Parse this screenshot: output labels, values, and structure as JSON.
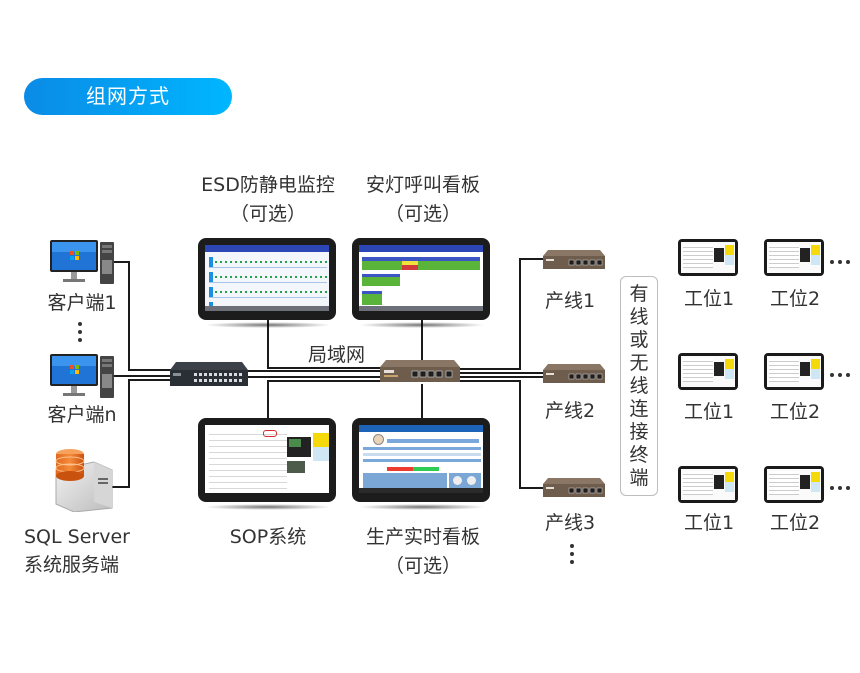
{
  "header": {
    "title": "组网方式"
  },
  "colors": {
    "accent_start": "#0a8be6",
    "accent_end": "#00b6ff",
    "line": "#1a1a1a",
    "text": "#333333"
  },
  "clients": {
    "client1": "客户端1",
    "clientn": "客户端n",
    "server_line1": "SQL  Server",
    "server_line2": "系统服务端"
  },
  "systems": {
    "esd": {
      "name": "ESD防静电监控",
      "note": "（可选）"
    },
    "andon": {
      "name": "安灯呼叫看板",
      "note": "（可选）"
    },
    "sop": {
      "name": "SOP系统"
    },
    "production": {
      "name": "生产实时看板",
      "note": "（可选）"
    }
  },
  "network": {
    "lan_label": "局域网"
  },
  "lines": [
    {
      "label": "产线1"
    },
    {
      "label": "产线2"
    },
    {
      "label": "产线3"
    }
  ],
  "connection_note": [
    "有",
    "线",
    "或",
    "无",
    "线",
    "连",
    "接",
    "终",
    "端"
  ],
  "workstations": [
    {
      "row": 1,
      "items": [
        "工位1",
        "工位2"
      ]
    },
    {
      "row": 2,
      "items": [
        "工位1",
        "工位2"
      ]
    },
    {
      "row": 3,
      "items": [
        "工位1",
        "工位2"
      ]
    }
  ],
  "icons": {
    "client_pc": "desktop-computer-icon",
    "server": "database-server-icon",
    "switch": "network-switch-icon",
    "router": "router-icon"
  }
}
